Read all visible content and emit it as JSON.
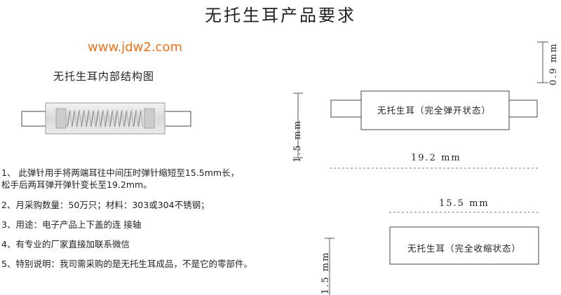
{
  "title": "无托生耳产品要求",
  "watermark": "www.jdw2.com",
  "structure": {
    "title": "无托生耳内部结构图"
  },
  "requirements": {
    "item1_line1": "1、 此弹针用手将两端耳往中间压时弹针缩短至15.5mm长，",
    "item1_line2": "松手后两耳弹开弹针变长至19.2mm。",
    "item2": "2、月采购数量：50万只；材料：303或304不锈钢；",
    "item3": "3、用途：电子产品上下盖的连 接轴",
    "item4": "4、有专业的厂家直接加联系微信",
    "item5": "5、特别说明：我司需采购的是无托生耳成品，不是它的零部件。"
  },
  "open_state": {
    "label": "无托生耳（完全弹开状态）",
    "length": "19.2 mm",
    "height": "1.5 mm",
    "thickness": "0.9 mm"
  },
  "compressed_state": {
    "label": "无托生耳（完全收缩状态）",
    "length": "15.5 mm",
    "height": "1.5 mm"
  }
}
